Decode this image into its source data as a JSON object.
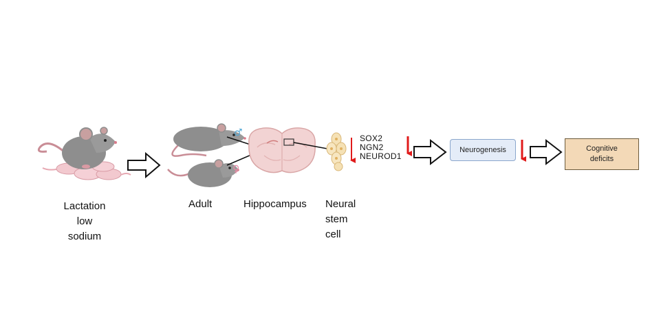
{
  "labels": {
    "lactation": [
      "Lactation",
      "low",
      "sodium"
    ],
    "adult": "Adult",
    "hippocampus": "Hippocampus",
    "neural_stem_cell": [
      "Neural",
      "stem",
      "cell"
    ],
    "genes": [
      "SOX2",
      "NGN2",
      "NEUROD1"
    ],
    "neurogenesis": "Neurogenesis",
    "cognitive_deficits": [
      "Cognitive",
      "deficits"
    ]
  },
  "symbols": {
    "male": "♂",
    "female": "♀"
  },
  "icons": {
    "step_arrow": "outline-right-arrow",
    "decrease_arrow": "down-arrow"
  },
  "colors": {
    "mouse_body": "#8e8e8e",
    "pup": "#f2c9cf",
    "brain": "#f2d3d3",
    "stem_cell": "#f5e1b5",
    "decrease_arrow": "#e01b1b",
    "male_symbol": "#4fa7d6",
    "female_symbol": "#e88aa6",
    "neurogenesis_box": "#e4ecf8",
    "cognitive_box": "#f3d9b7"
  }
}
